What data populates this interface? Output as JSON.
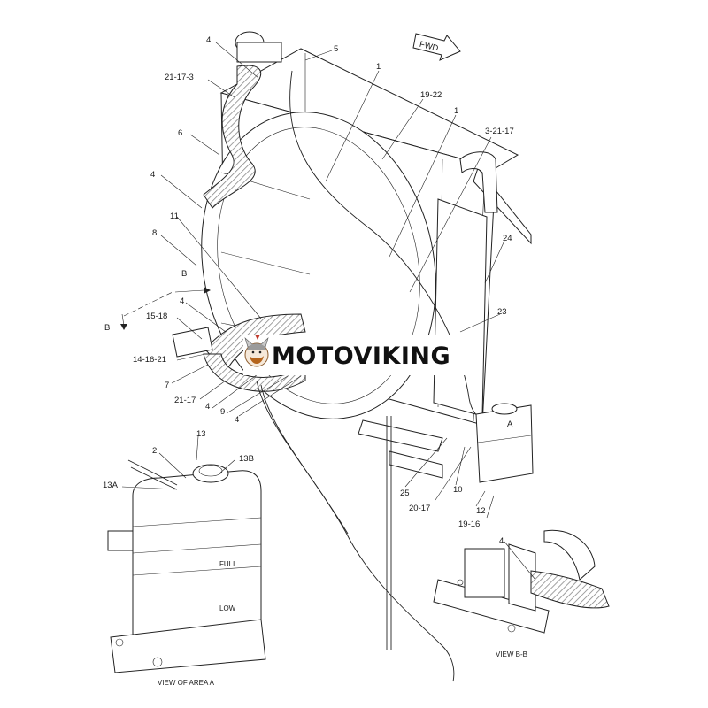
{
  "fwd_label": "FWD",
  "view_labels": {
    "area_a": "VIEW OF AREA A",
    "b_b": "VIEW B-B"
  },
  "section_marks": {
    "b_top": "B",
    "b_left": "B",
    "a_mark": "A"
  },
  "callouts": [
    "4",
    "5",
    "21-17-3",
    "1",
    "19-22",
    "6",
    "1",
    "3-21-17",
    "4",
    "11",
    "24",
    "8",
    "23",
    "4",
    "15-18",
    "14-16-21",
    "7",
    "21-17",
    "4",
    "9",
    "4",
    "2",
    "13",
    "13B",
    "13A",
    "25",
    "10",
    "20-17",
    "12",
    "19-16",
    "4"
  ],
  "watermark": {
    "text": "MOTOVIKING",
    "logo": "viking-mascot-logo",
    "color": "#111111"
  },
  "colors": {
    "line": "#222222",
    "background": "#ffffff",
    "watermark_band": "#ffffff"
  }
}
